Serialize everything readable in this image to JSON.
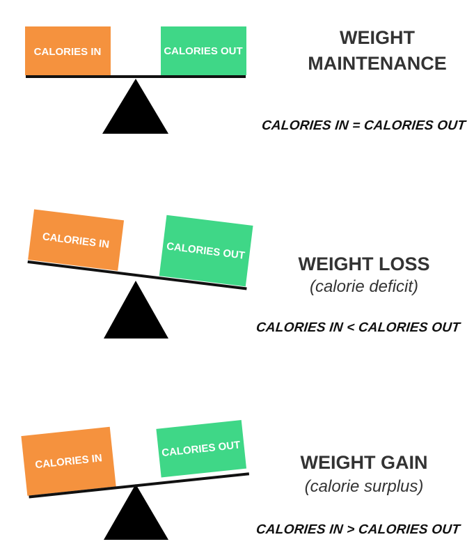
{
  "colors": {
    "calories_in": "#f5923e",
    "calories_out": "#3fd787",
    "beam": "#111111",
    "fulcrum": "#000000",
    "text": "#333333"
  },
  "panels": [
    {
      "state": "balanced",
      "box_in_label": "CALORIES IN",
      "box_out_label": "CALORIES OUT",
      "title_line1": "WEIGHT",
      "title_line2": "MAINTENANCE",
      "equation": "CALORIES IN = CALORIES OUT"
    },
    {
      "state": "tilt-right-down",
      "box_in_label": "CALORIES IN",
      "box_out_label": "CALORIES OUT",
      "title_line1": "WEIGHT LOSS",
      "subtitle": "(calorie deficit)",
      "equation": "CALORIES IN < CALORIES OUT"
    },
    {
      "state": "tilt-left-down",
      "box_in_label": "CALORIES IN",
      "box_out_label": "CALORIES OUT",
      "title_line1": "WEIGHT GAIN",
      "subtitle": "(calorie surplus)",
      "equation": "CALORIES IN > CALORIES OUT"
    }
  ]
}
